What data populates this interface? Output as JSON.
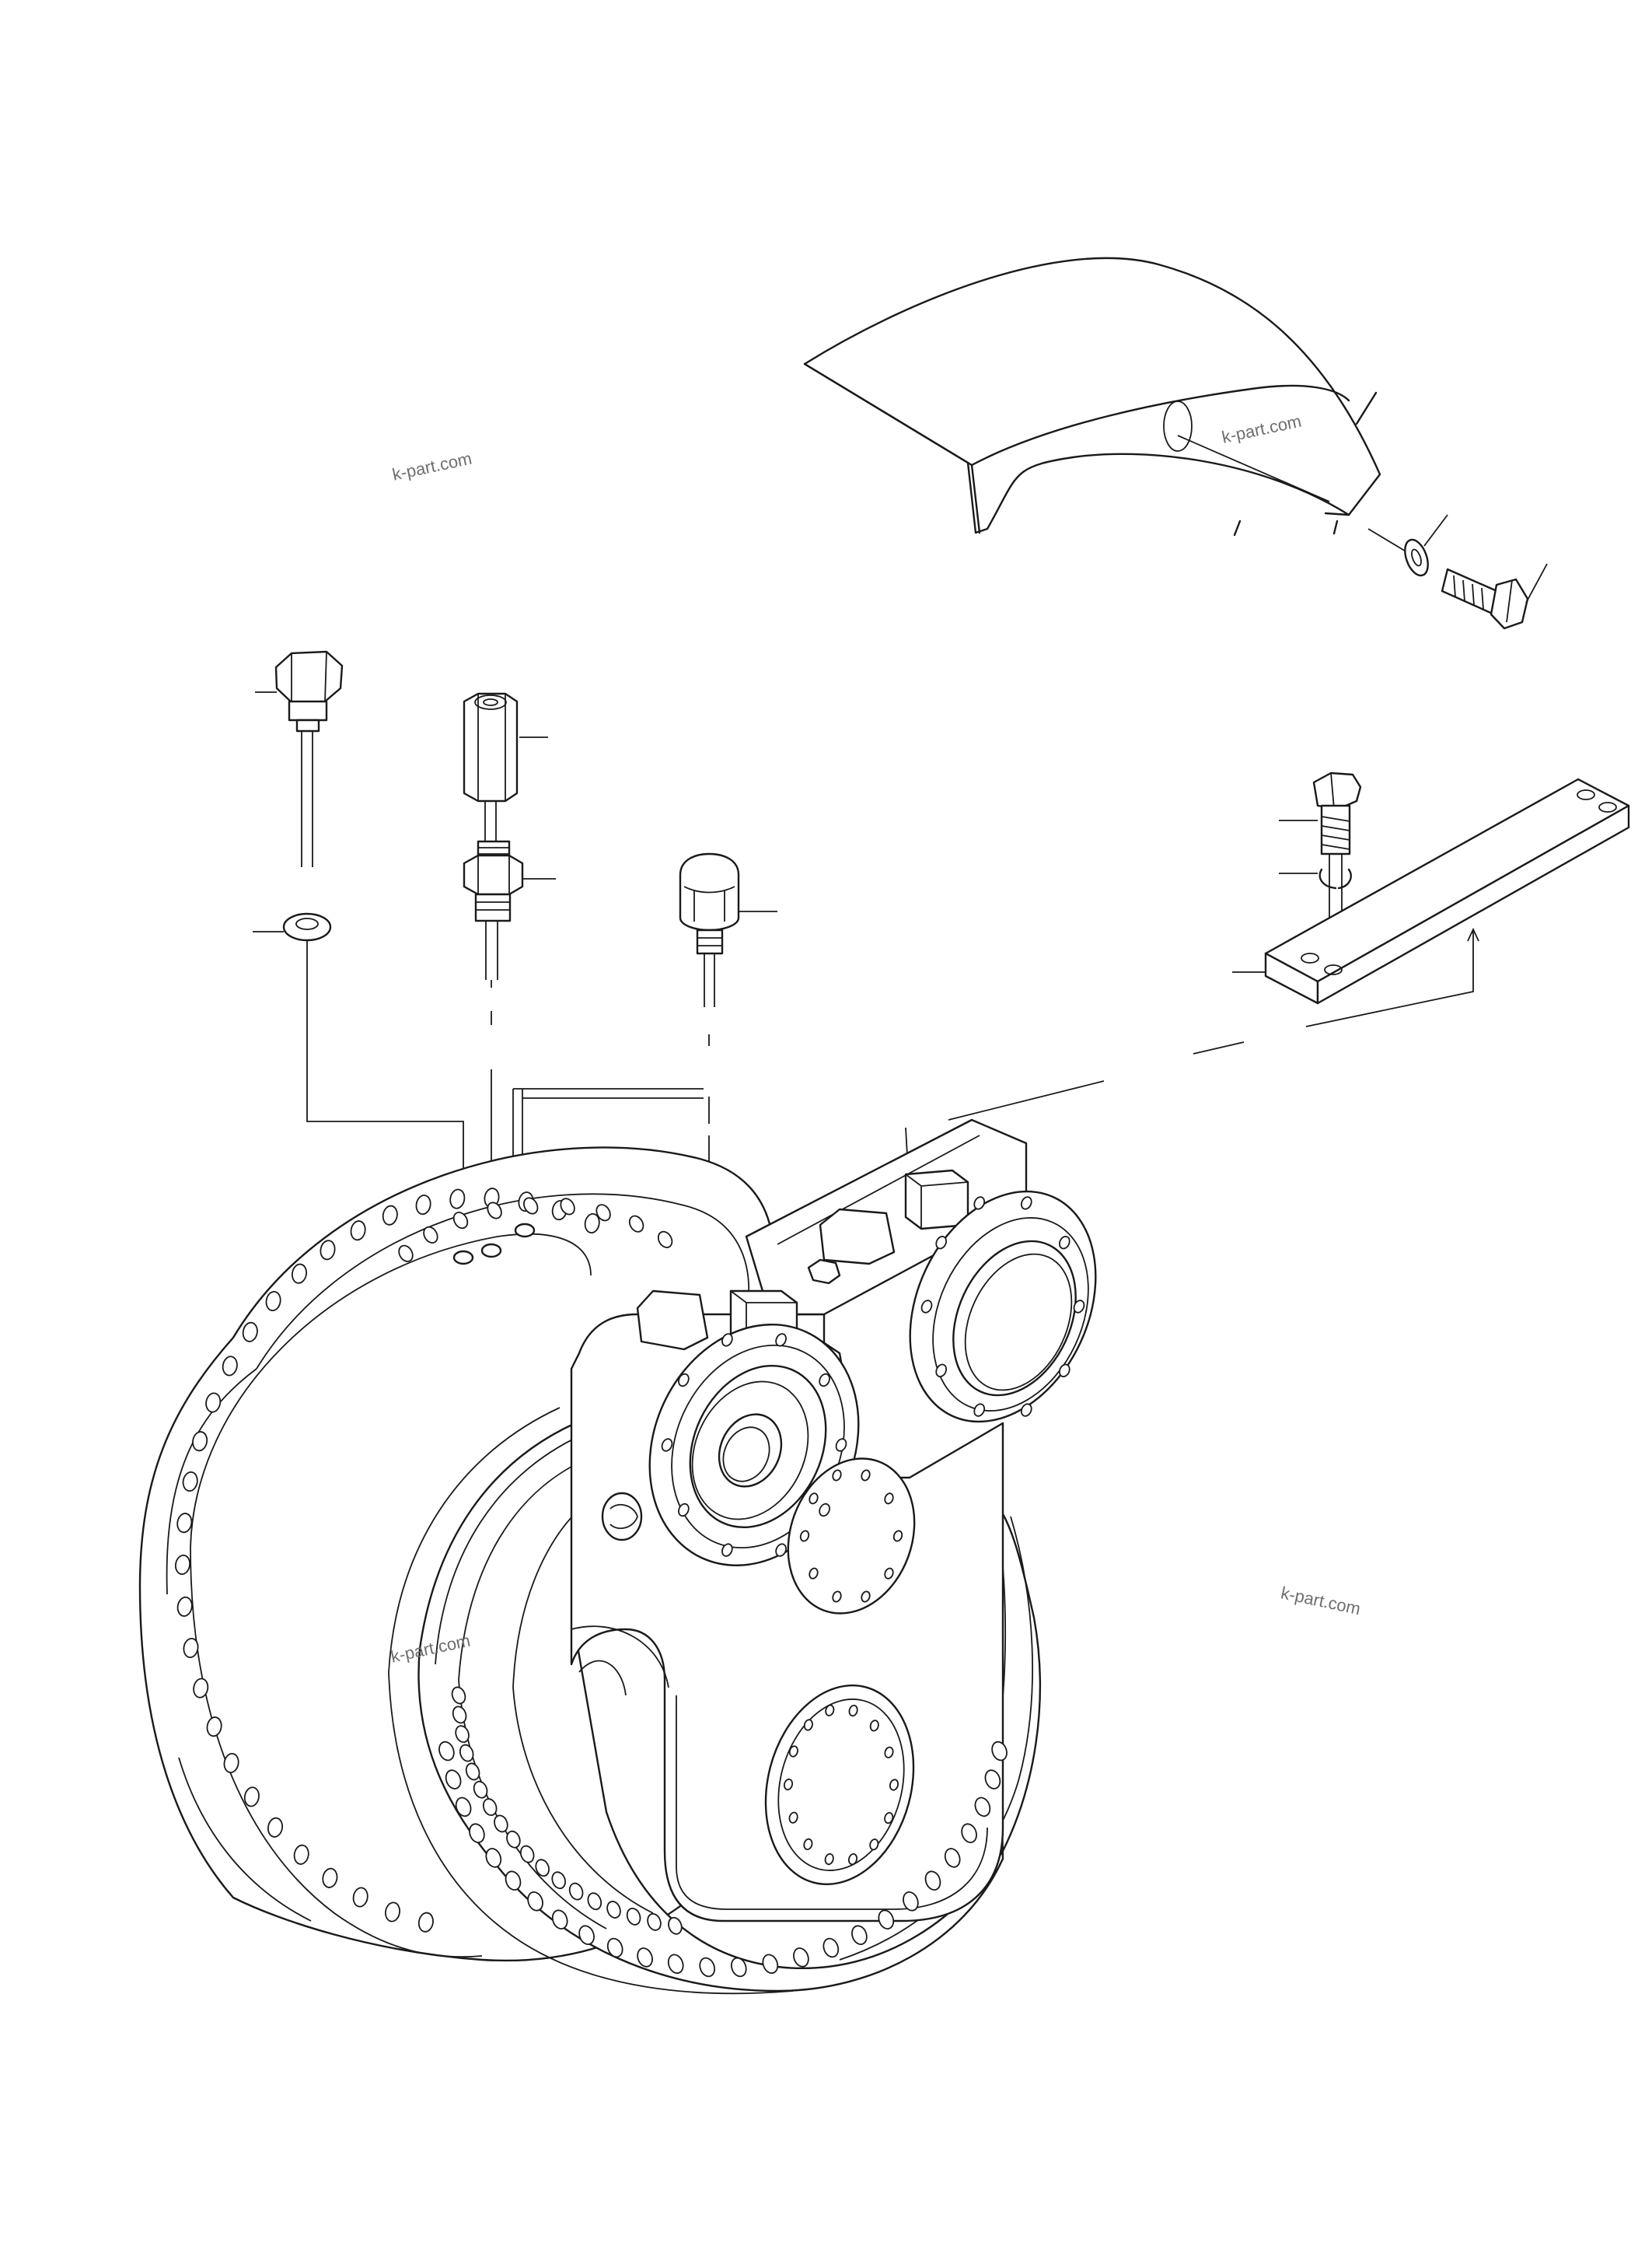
{
  "watermark": {
    "text": "k-part.com",
    "color": "#6e6e6e"
  },
  "parts": {
    "cover": {
      "name": "cover-guard"
    },
    "washer_cover": {
      "name": "lock-washer"
    },
    "bolt_cover": {
      "name": "hex-bolt"
    },
    "breather": {
      "name": "breather-plug"
    },
    "breather_washer": {
      "name": "seal-washer"
    },
    "extension": {
      "name": "hex-extension"
    },
    "adapter": {
      "name": "adapter-fitting"
    },
    "level_plug": {
      "name": "level-plug"
    },
    "bar_bolt": {
      "name": "bar-bolt"
    },
    "bar_washer": {
      "name": "bar-washer"
    },
    "bar": {
      "name": "support-bar"
    },
    "housing": {
      "name": "final-drive-housing"
    }
  }
}
